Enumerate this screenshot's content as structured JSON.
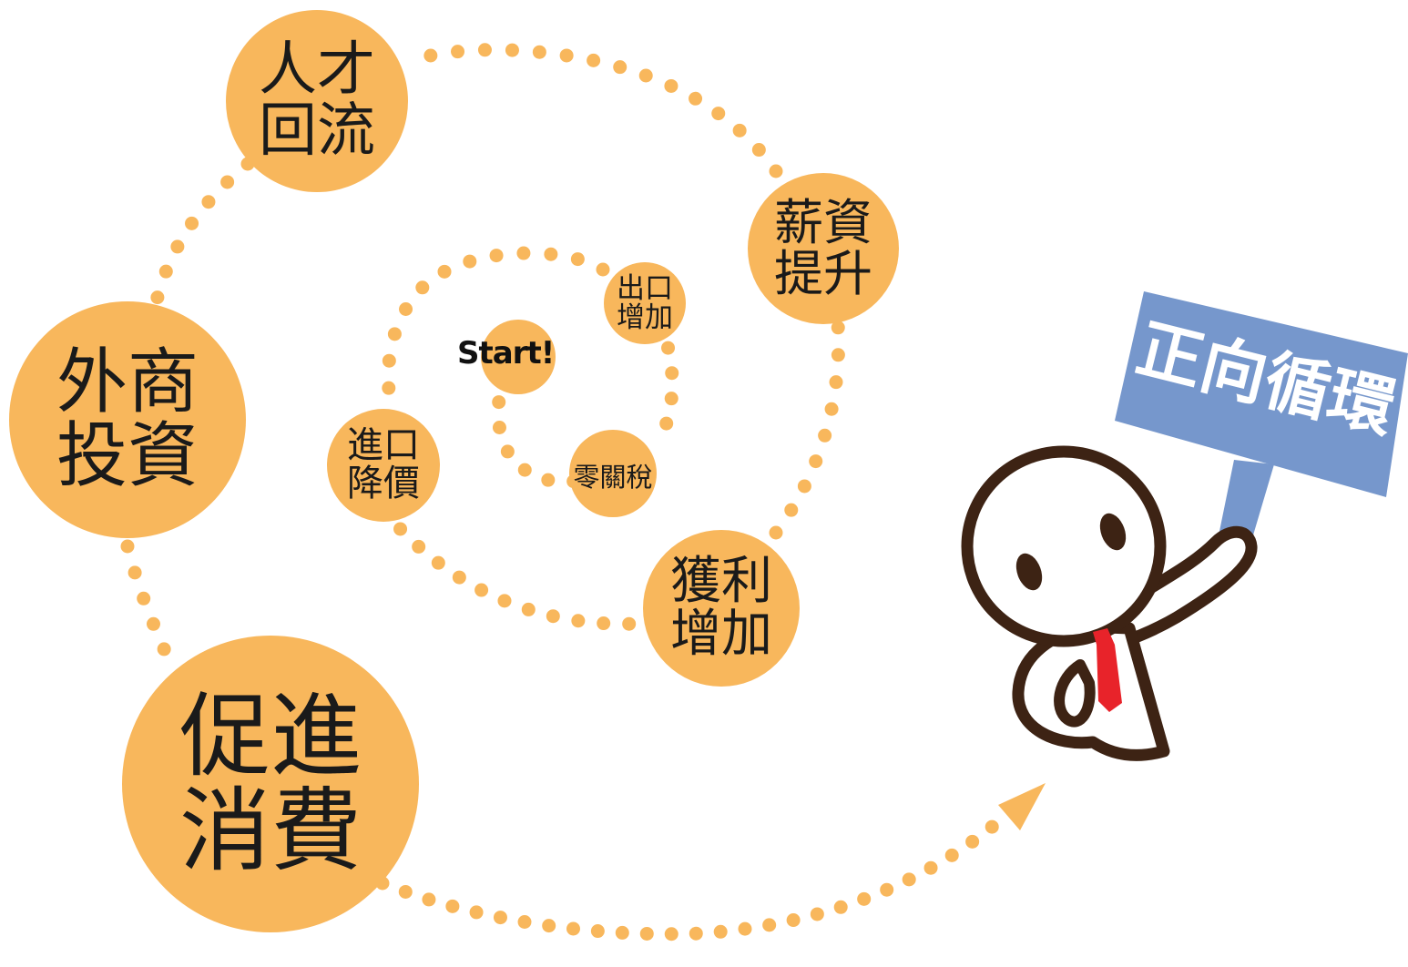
{
  "nodes": {
    "start": "Start!",
    "export": [
      "出口",
      "增加"
    ],
    "tariff": "零關稅",
    "import_price": [
      "進口",
      "降價"
    ],
    "profit": [
      "獲利",
      "增加"
    ],
    "salary": [
      "薪資",
      "提升"
    ],
    "talent": [
      "人才",
      "回流"
    ],
    "investment": [
      "外商",
      "投資"
    ],
    "consumption": [
      "促進",
      "消費"
    ]
  },
  "sign": {
    "text": "正向循環"
  },
  "colors": {
    "node_fill": "#f8b75c",
    "dots": "#f8b75c",
    "sign": "#7697cc",
    "outline": "#3d2314",
    "tie": "#e8232a"
  },
  "icons": [
    "businessman-icon",
    "arrow-head-icon"
  ]
}
